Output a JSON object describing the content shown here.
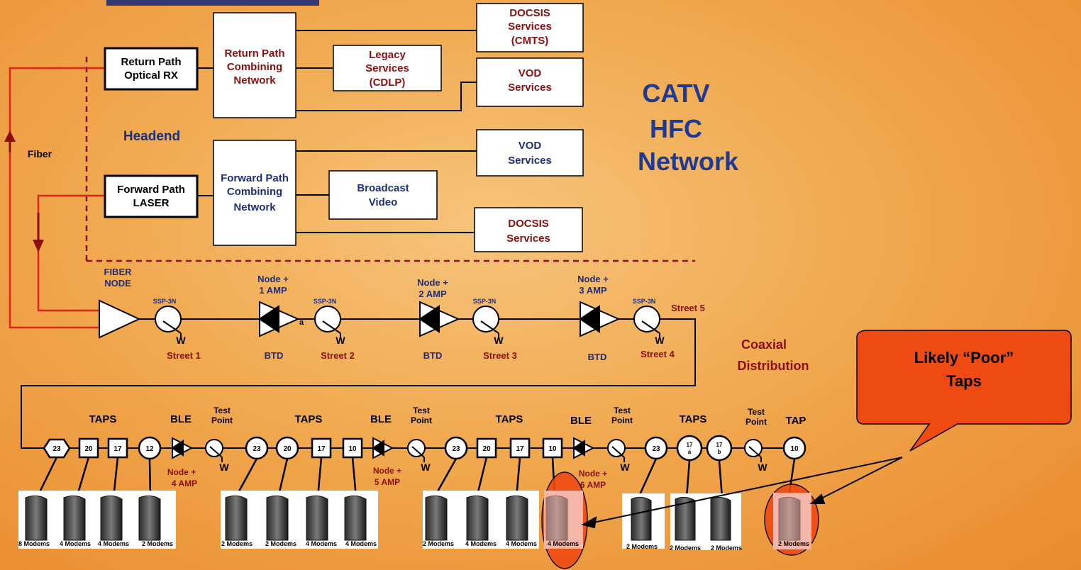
{
  "headend": {
    "label": "Headend",
    "fiber_label": "Fiber",
    "return_rx": [
      "Return Path",
      "Optical RX"
    ],
    "forward_laser": [
      "Forward Path",
      "LASER"
    ],
    "return_combining": [
      "Return Path",
      "Combining",
      "Network"
    ],
    "forward_combining": [
      "Forward Path",
      "Combining",
      "Network"
    ],
    "docsis_cmts": [
      "DOCSIS",
      "Services",
      "(CMTS)"
    ],
    "legacy": [
      "Legacy",
      "Services",
      "(CDLP)"
    ],
    "vod_return": [
      "VOD",
      "Services"
    ],
    "vod_forward": [
      "VOD",
      "Services"
    ],
    "broadcast": [
      "Broadcast",
      "Video"
    ],
    "docsis_forward": [
      "DOCSIS",
      "Services"
    ]
  },
  "title": [
    "CATV",
    "HFC",
    "Network"
  ],
  "fiber_node": [
    "FIBER",
    "NODE"
  ],
  "nodes": [
    {
      "top": [
        "Node +",
        "1 AMP"
      ],
      "bottom": "BTD"
    },
    {
      "top": [
        "Node +",
        "2 AMP"
      ],
      "bottom": "BTD"
    },
    {
      "top": [
        "Node +",
        "3 AMP"
      ],
      "bottom": "BTD"
    }
  ],
  "ssp_label": "SSP-3N",
  "w_label": "W",
  "a_label": "a",
  "streets": [
    "Street 1",
    "Street 2",
    "Street 3",
    "Street 4",
    "Street 5"
  ],
  "coaxial": [
    "Coaxial",
    "Distribution"
  ],
  "callout": [
    "Likely “Poor”",
    "Taps"
  ],
  "groups": [
    {
      "taps_label": "TAPS",
      "ble_label": "BLE",
      "test_label": [
        "Test",
        "Point"
      ],
      "ble_node": [
        "Node +",
        "4 AMP"
      ],
      "taps": [
        "23",
        "20",
        "17",
        "12"
      ],
      "modems": [
        "8 Modems",
        "4 Modems",
        "4 Modems",
        "2 Modems"
      ]
    },
    {
      "taps_label": "TAPS",
      "ble_label": "BLE",
      "test_label": [
        "Test",
        "Point"
      ],
      "ble_node": [
        "Node +",
        "5 AMP"
      ],
      "taps": [
        "23",
        "20",
        "17",
        "10"
      ],
      "modems": [
        "2 Modems",
        "2 Modems",
        "4 Modems",
        "4 Modems"
      ]
    },
    {
      "taps_label": "TAPS",
      "ble_label": "BLE",
      "test_label": [
        "Test",
        "Point"
      ],
      "ble_node": [
        "Node +",
        "6 AMP"
      ],
      "taps": [
        "23",
        "20",
        "17",
        "10"
      ],
      "modems": [
        "2 Modems",
        "4 Modems",
        "4 Modems",
        "4 Modems"
      ]
    },
    {
      "taps_label": "TAPS",
      "test_label": [
        "Test",
        "Point"
      ],
      "taps": [
        "23",
        "17\na",
        "17\nb"
      ],
      "modems": [
        "2 Modems",
        "2 Modems",
        "2 Modems"
      ]
    },
    {
      "taps_label": "TAP",
      "taps": [
        "10"
      ],
      "modems": [
        "2 Modems"
      ]
    }
  ],
  "colors": {
    "red_fiber": "#e0231b",
    "dark_red": "#8b0f0f",
    "navy": "#1f2e7a",
    "callout": "#ee4a12"
  }
}
